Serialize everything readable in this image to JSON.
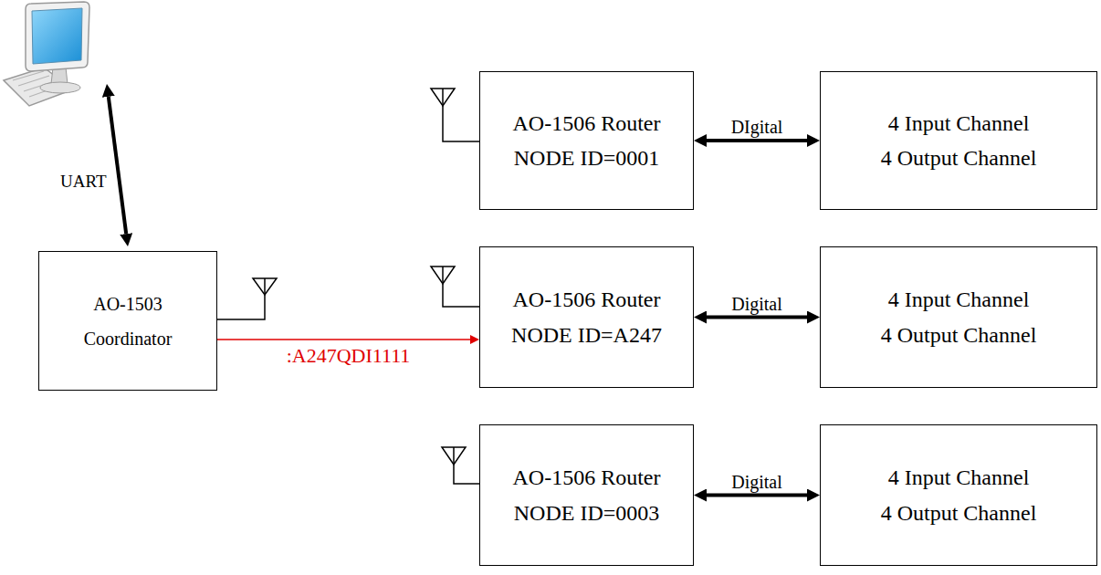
{
  "diagram": {
    "nodes": [
      {
        "text": [
          "AO-1506 Router NODE ID=0001"
        ]
      },
      {
        "text": [
          "4 Input Channel",
          "4 Output Channel"
        ]
      },
      {
        "text": [
          "AO-1503 Coordinator"
        ]
      },
      {
        "text": [
          "AO-1506 Router NODE ID=A247"
        ]
      },
      {
        "text": [
          "4 Input Channel",
          "4 Output Channel"
        ]
      },
      {
        "text": [
          "AO-1506 Router NODE ID=0003"
        ]
      },
      {
        "text": [
          "4 Input Channel",
          "4 Output Channel"
        ]
      }
    ],
    "edges": [
      {
        "from": 0,
        "to": 1,
        "label": "DIgital",
        "arrow": "both"
      },
      {
        "from": 2,
        "to": 3,
        "label": ":A247QDI1111",
        "arrow": "to"
      },
      {
        "from": 3,
        "to": 4,
        "label": "Digital",
        "arrow": "both"
      },
      {
        "from": 5,
        "to": 6,
        "label": "Digital",
        "arrow": "both"
      }
    ],
    "labels": [
      "UART"
    ]
  }
}
